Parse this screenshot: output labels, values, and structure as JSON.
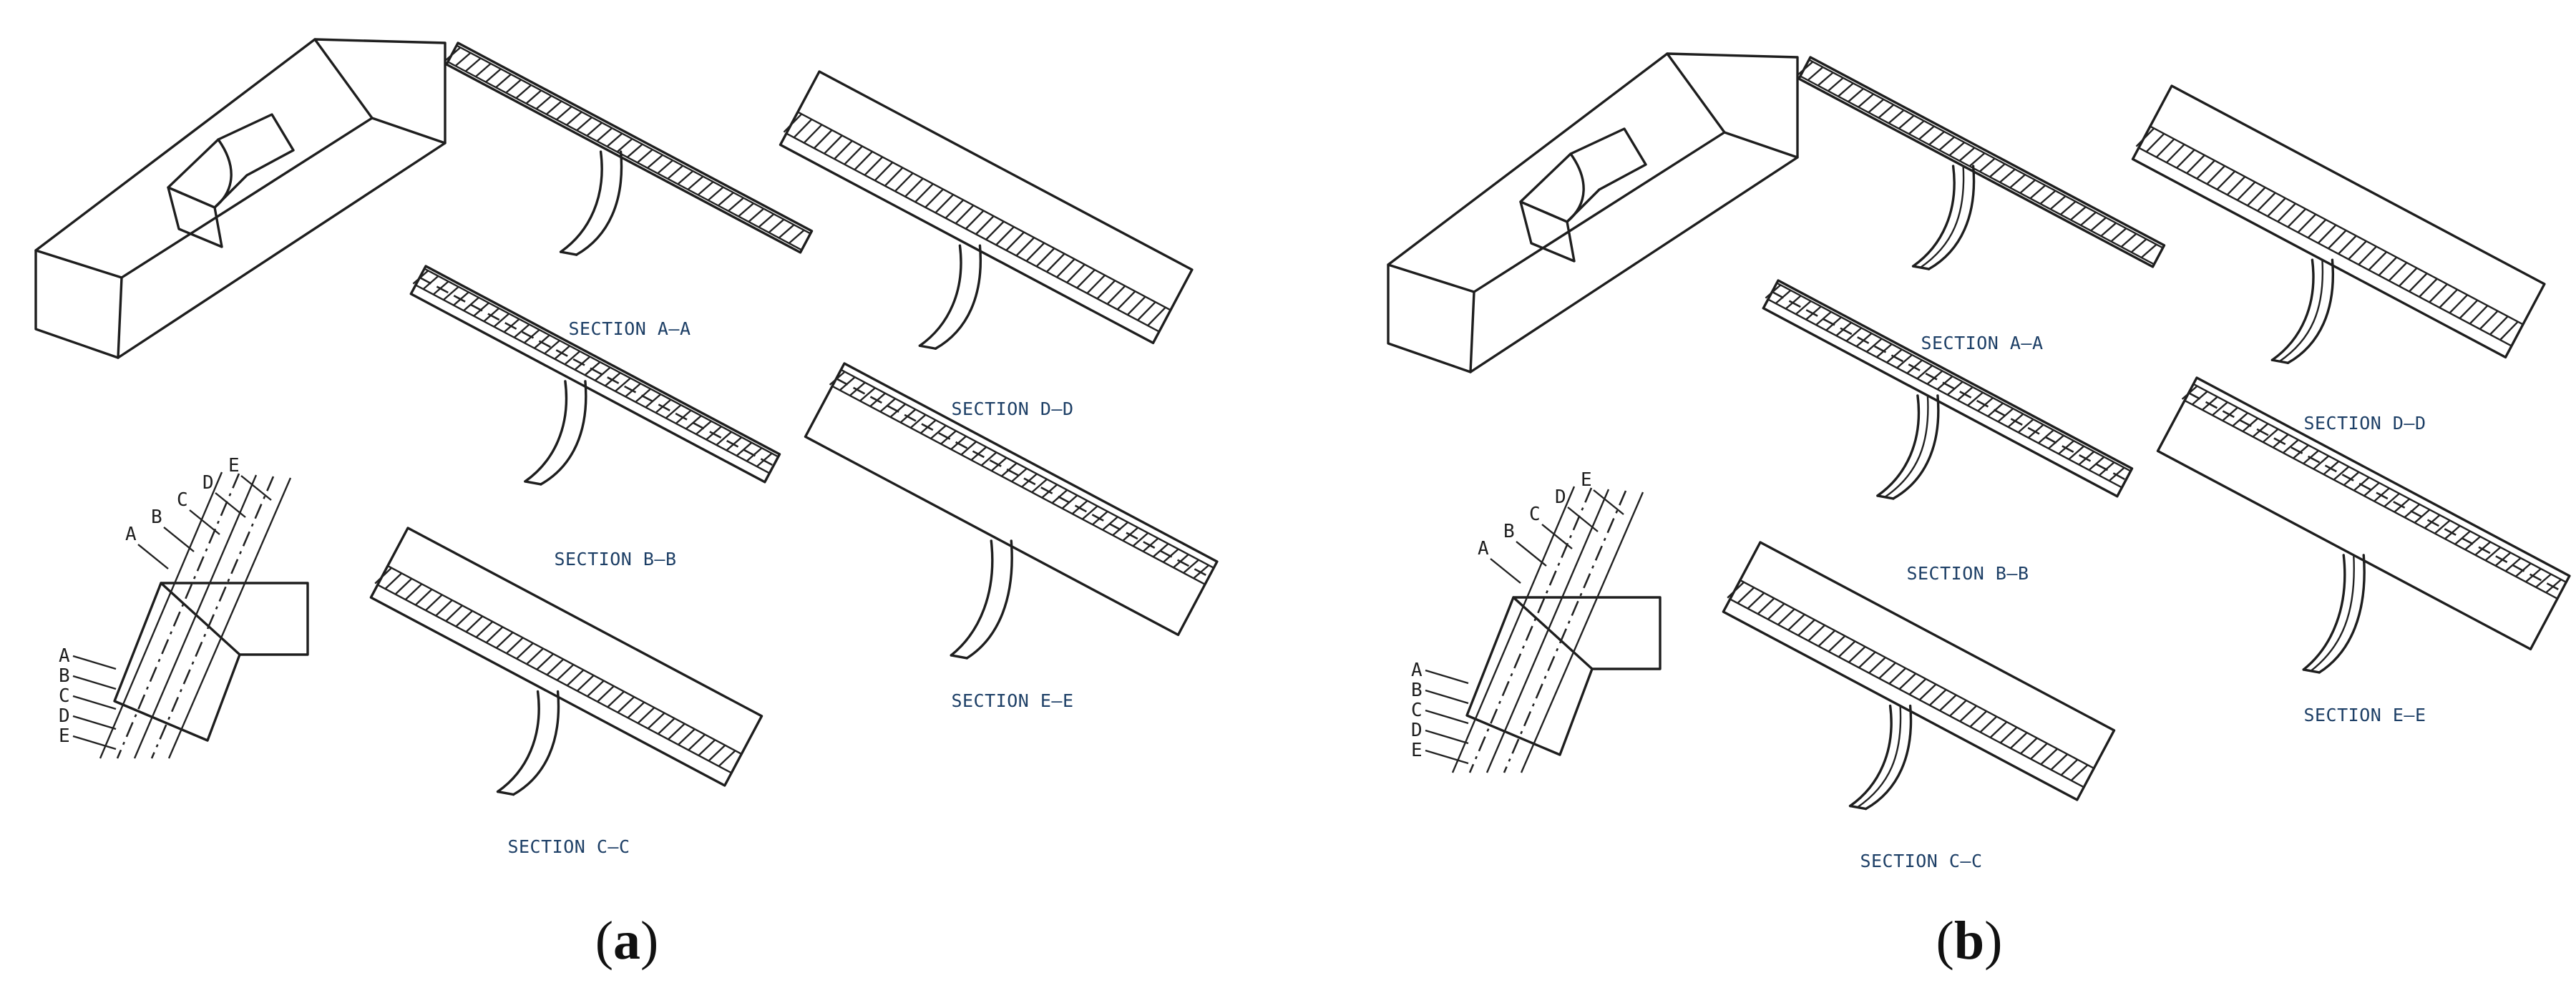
{
  "panels": [
    {
      "id": "a",
      "caption": {
        "open": "(",
        "letter": "a",
        "close": ")"
      },
      "sections": [
        "SECTION A–A",
        "SECTION B–B",
        "SECTION C–C",
        "SECTION D–D",
        "SECTION E–E"
      ],
      "plane_labels_top": [
        "A",
        "B",
        "C",
        "D",
        "E"
      ],
      "plane_labels_left": [
        "A",
        "B",
        "C",
        "D",
        "E"
      ]
    },
    {
      "id": "b",
      "caption": {
        "open": "(",
        "letter": "b",
        "close": ")"
      },
      "sections": [
        "SECTION A–A",
        "SECTION B–B",
        "SECTION C–C",
        "SECTION D–D",
        "SECTION E–E"
      ],
      "plane_labels_top": [
        "A",
        "B",
        "C",
        "D",
        "E"
      ],
      "plane_labels_left": [
        "A",
        "B",
        "C",
        "D",
        "E"
      ]
    }
  ]
}
